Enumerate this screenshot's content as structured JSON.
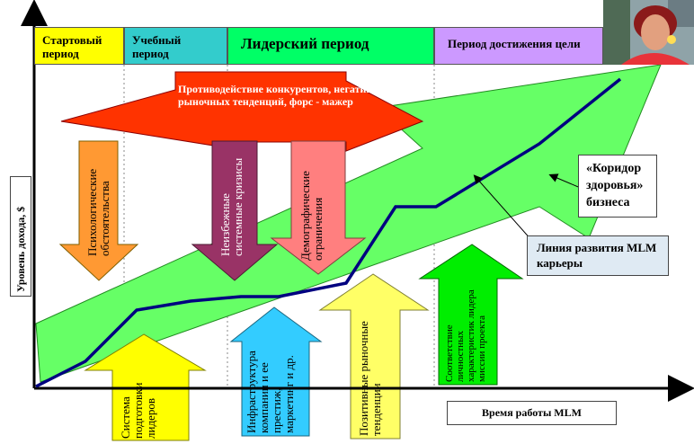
{
  "phases": [
    {
      "label": "Стартовый период",
      "color": "#ffff00"
    },
    {
      "label": "Учебный период",
      "color": "#33cccc"
    },
    {
      "label": "Лидерский период",
      "color": "#00ff66"
    },
    {
      "label": "Период достижения  цели",
      "color": "#cc99ff"
    }
  ],
  "axes": {
    "y_label": "Уровень дохода, $",
    "x_label": "Время работы MLM"
  },
  "headline_arrow": {
    "text": "Противодействие конкурентов, негативных рыночных тенденций, форс - мажер",
    "color": "#ff3300"
  },
  "down_arrows": [
    {
      "text": "Психологические обстоятельства",
      "color": "#ff9933"
    },
    {
      "text": "Неизбежные системные кризисы",
      "color": "#993366"
    },
    {
      "text": "Демографические ограничения",
      "color": "#ff7f7f"
    }
  ],
  "up_arrows": [
    {
      "text": "Система подготовки лидеров",
      "color": "#ffff00"
    },
    {
      "text": "Инфраструктура компании и ее престиж, маркетинг и др.",
      "color": "#33ccff"
    },
    {
      "text": "Позитивные рыночные тенденции",
      "color": "#ffff66"
    },
    {
      "text": "Соответствие личностных характеристик лидера миссии проекта",
      "color": "#00ee00"
    }
  ],
  "labels": {
    "corridor": "«Коридор здоровья» бизнеса",
    "career_line": "Линия развития MLM карьеры"
  },
  "colors": {
    "corridor_arrow": "#66ff66",
    "career_line": "#000080"
  }
}
